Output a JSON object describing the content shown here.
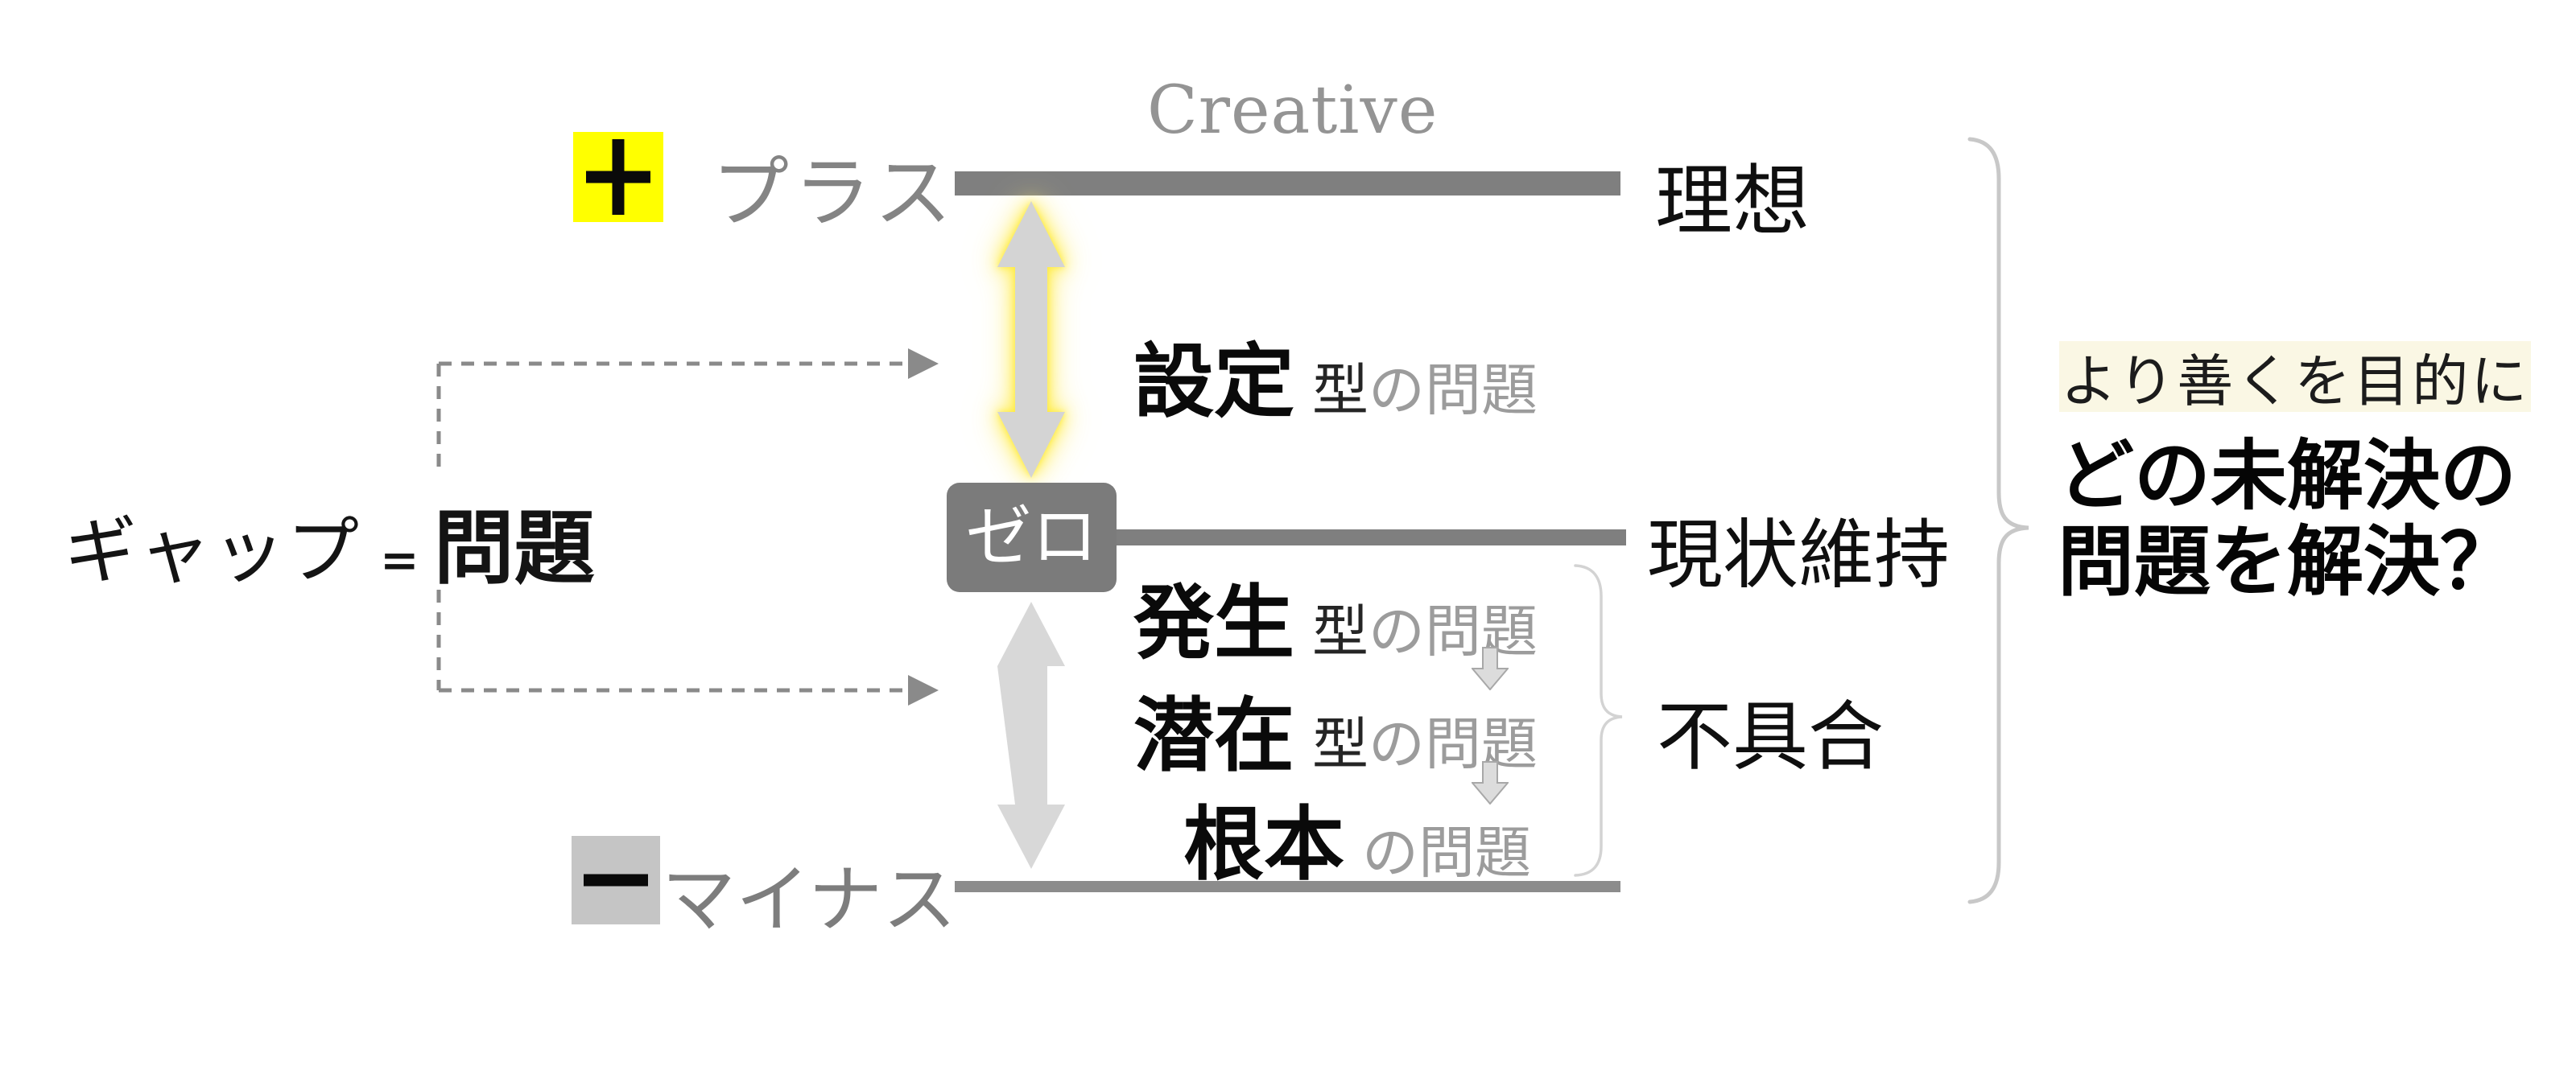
{
  "diagram_title": "Creative",
  "axis": {
    "plus": {
      "label": "プラス",
      "badge_icon": "plus-sign",
      "badge_color": "#ffff00"
    },
    "zero": {
      "label": "ゼロ",
      "badge_color": "#7b7b7b"
    },
    "minus": {
      "label": "マイナス",
      "badge_icon": "minus-sign",
      "badge_color": "#c5c5c5"
    }
  },
  "levels": {
    "ideal": "理想",
    "status_quo": "現状維持",
    "defect": "不具合"
  },
  "gap": {
    "left": "ギャップ",
    "equals": "=",
    "right": "問題"
  },
  "problems": [
    {
      "keyword": "設定",
      "mid": "型",
      "tail": "の問題"
    },
    {
      "keyword": "発生",
      "mid": "型",
      "tail": "の問題"
    },
    {
      "keyword": "潜在",
      "mid": "型",
      "tail": "の問題"
    },
    {
      "keyword": "根本",
      "mid": "",
      "tail": "の問題"
    }
  ],
  "purpose_note": {
    "highlight": "より善くを目的に",
    "question_line1": "どの未解決の",
    "question_line2": "問題を解決？"
  },
  "colors": {
    "plus_badge": "#ffff00",
    "minus_badge": "#c5c5c5",
    "level_bar": "#7f7f7f",
    "arrow_fill": "#d4d4d4",
    "arrow_glow": "#ffeb3b",
    "gray_text": "#9c9c9c",
    "note_highlight": "#faf7e4",
    "dashed_line": "#8a8a8a",
    "brace": "#c8c8c8"
  }
}
